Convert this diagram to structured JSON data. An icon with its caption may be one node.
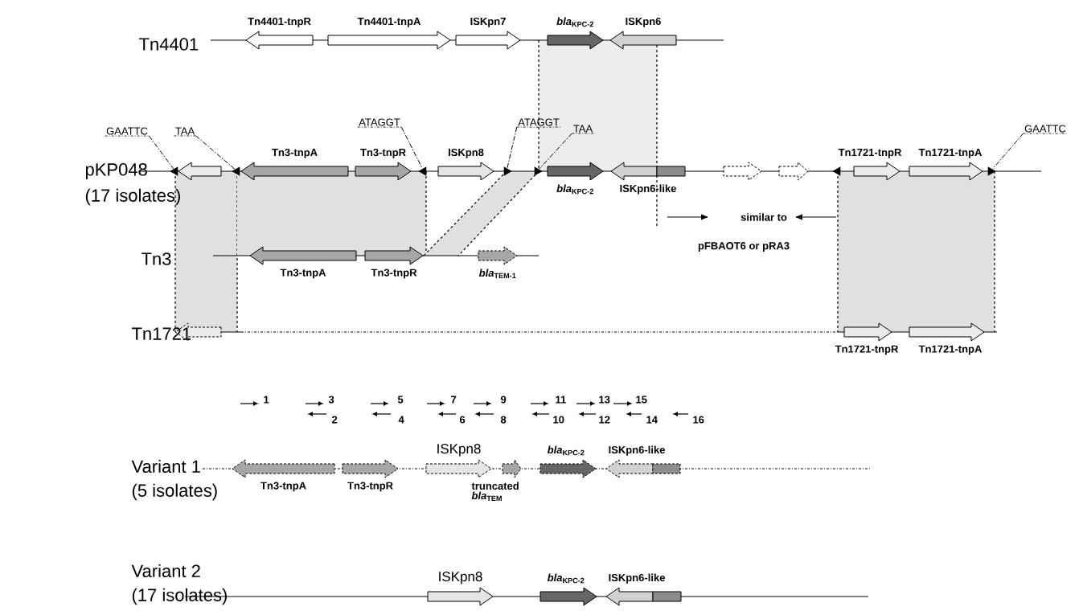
{
  "diagram": {
    "nodes": [
      {
        "text": [
          "Tn4401-tnpR"
        ]
      },
      {
        "text": [
          "Tn4401-tnpA"
        ]
      },
      {
        "text": [
          "ISKpn7"
        ]
      },
      {
        "text": [
          "*bla*$_{KPC-2}$"
        ]
      },
      {
        "text": [
          "ISKpn6"
        ]
      },
      {
        "text": [
          "GAATTC"
        ]
      },
      {
        "text": [
          "TAA"
        ]
      },
      {
        "text": [
          "ATAGGT"
        ]
      },
      {
        "text": [
          "ATAGGT"
        ]
      },
      {
        "text": [
          "TAA"
        ]
      },
      {
        "text": [
          "GAATTC"
        ]
      },
      {
        "text": [],
        "shape": "triangle"
      },
      {
        "text": [],
        "shape": "arrow"
      },
      {
        "text": [],
        "shape": "triangle"
      },
      {
        "text": [
          "Tn3-tnpA"
        ]
      },
      {
        "text": [
          "Tn3-tnpR"
        ]
      },
      {
        "text": [],
        "shape": "triangle"
      },
      {
        "text": [
          "ISKpn8"
        ]
      },
      {
        "text": [],
        "shape": "triangle"
      },
      {
        "text": [],
        "shape": "triangle"
      },
      {
        "text": [
          "*bla*$_{KPC-2}$"
        ]
      },
      {
        "text": [
          "ISKpn6-like"
        ]
      },
      {
        "text": [],
        "shape": "arrow"
      },
      {
        "text": [],
        "shape": "arrow"
      },
      {
        "text": [],
        "shape": "triangle"
      },
      {
        "text": [
          "Tn1721-tnpR"
        ]
      },
      {
        "text": [
          "Tn1721-tnpA"
        ]
      },
      {
        "text": [],
        "shape": "triangle"
      },
      {
        "text": [
          "Tn3-tnpA"
        ]
      },
      {
        "text": [
          "Tn3-tnpR"
        ]
      },
      {
        "text": [
          "*bla*$_{TEM-1}$"
        ]
      },
      {
        "text": [],
        "shape": "arrow"
      },
      {
        "text": [
          "Tn1721-tnpR"
        ]
      },
      {
        "text": [
          "Tn1721-tnpA"
        ]
      },
      {
        "text": [
          "Tn3-tnpA"
        ]
      },
      {
        "text": [
          "Tn3-tnpR"
        ]
      },
      {
        "text": [
          "ISKpn8"
        ]
      },
      {
        "text": [
          "truncated *bla*$_{TEM}$"
        ]
      },
      {
        "text": [
          "*bla*$_{KPC-2}$"
        ]
      },
      {
        "text": [
          "ISKpn6-like"
        ]
      },
      {
        "text": [
          "ISKpn8"
        ]
      },
      {
        "text": [
          "*bla*$_{KPC-2}$"
        ]
      },
      {
        "text": [
          "ISKpn6-like"
        ]
      }
    ],
    "edges": [
      {
        "from": 5,
        "to": 11,
        "arrow": "none",
        "style": "dashed"
      },
      {
        "from": 6,
        "to": 13,
        "arrow": "none",
        "style": "dashed"
      },
      {
        "from": 7,
        "to": 16,
        "arrow": "none",
        "style": "dashed"
      },
      {
        "from": 8,
        "to": 18,
        "arrow": "none",
        "style": "dashed"
      },
      {
        "from": 9,
        "to": 19,
        "arrow": "none",
        "style": "dashed"
      },
      {
        "from": 10,
        "to": 27,
        "arrow": "none",
        "style": "dashed"
      }
    ],
    "labels": [
      "Tn4401",
      "pKP048",
      "(17 isolates)",
      "similar to",
      "Tn3",
      "pFBAOT6 or pRA3",
      "Tn1721",
      "1",
      "3",
      "5",
      "7",
      "9",
      "11",
      "13",
      "15",
      "2",
      "4",
      "6",
      "8",
      "10",
      "12",
      "14",
      "16",
      "Variant 1",
      "(5 isolates)",
      "Variant 2",
      "(17 isolates)"
    ]
  }
}
